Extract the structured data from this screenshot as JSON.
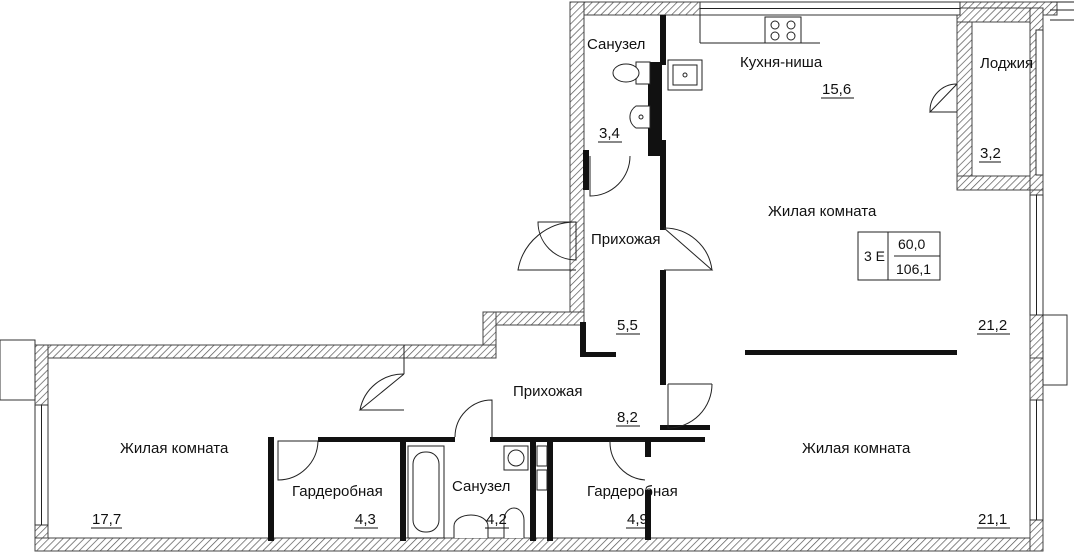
{
  "rooms": {
    "bath_top": {
      "name": "Санузел",
      "area": "3,4"
    },
    "kitchen": {
      "name": "Кухня-ниша",
      "area": "15,6"
    },
    "loggia": {
      "name": "Лоджия",
      "area": "3,2"
    },
    "living_top": {
      "name": "Жилая комната",
      "area": "21,2"
    },
    "hall_top": {
      "name": "Прихожая",
      "area": "5,5"
    },
    "hall_center": {
      "name": "Прихожая",
      "area": "8,2"
    },
    "living_left": {
      "name": "Жилая комната",
      "area": "17,7"
    },
    "wardrobe_left": {
      "name": "Гардеробная",
      "area": "4,3"
    },
    "bath_bottom": {
      "name": "Санузел",
      "area": "4,2"
    },
    "wardrobe_right": {
      "name": "Гардеробная",
      "area": "4,9"
    },
    "living_right": {
      "name": "Жилая комната",
      "area": "21,1"
    }
  },
  "summary": {
    "rooms_code": "3 Е",
    "living_area": "60,0",
    "total_area": "106,1"
  },
  "colors": {
    "wall_fill": "#ffffff",
    "wall_hatch": "#555555",
    "line": "#111111"
  }
}
